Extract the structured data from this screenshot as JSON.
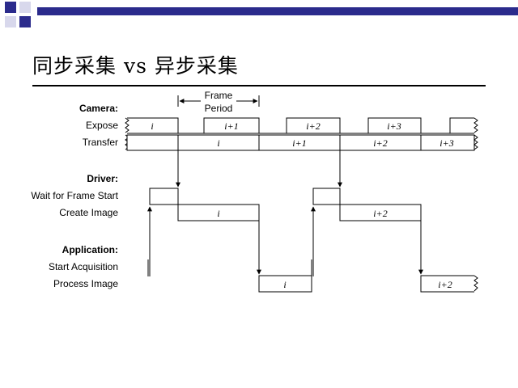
{
  "slide": {
    "title": "同步采集 vs 异步采集"
  },
  "theme": {
    "accent": "#2b2b8c",
    "square_fill": "#d8d8ec"
  },
  "diagram": {
    "frame_period": {
      "line1": "Frame",
      "line2": "Period"
    },
    "sections": {
      "camera": "Camera:",
      "driver": "Driver:",
      "application": "Application:"
    },
    "rows": {
      "expose": "Expose",
      "transfer": "Transfer",
      "wait_for_frame_start": "Wait for Frame Start",
      "create_image": "Create Image",
      "start_acquisition": "Start Acquisition",
      "process_image": "Process Image"
    },
    "expose_frames": [
      "i",
      "i+1",
      "i+2",
      "i+3"
    ],
    "transfer_frames": [
      "i",
      "i+1",
      "i+2",
      "i+3"
    ],
    "create_image_frames": [
      "i",
      "i+2"
    ],
    "process_image_frames": [
      "i",
      "i+2"
    ]
  }
}
